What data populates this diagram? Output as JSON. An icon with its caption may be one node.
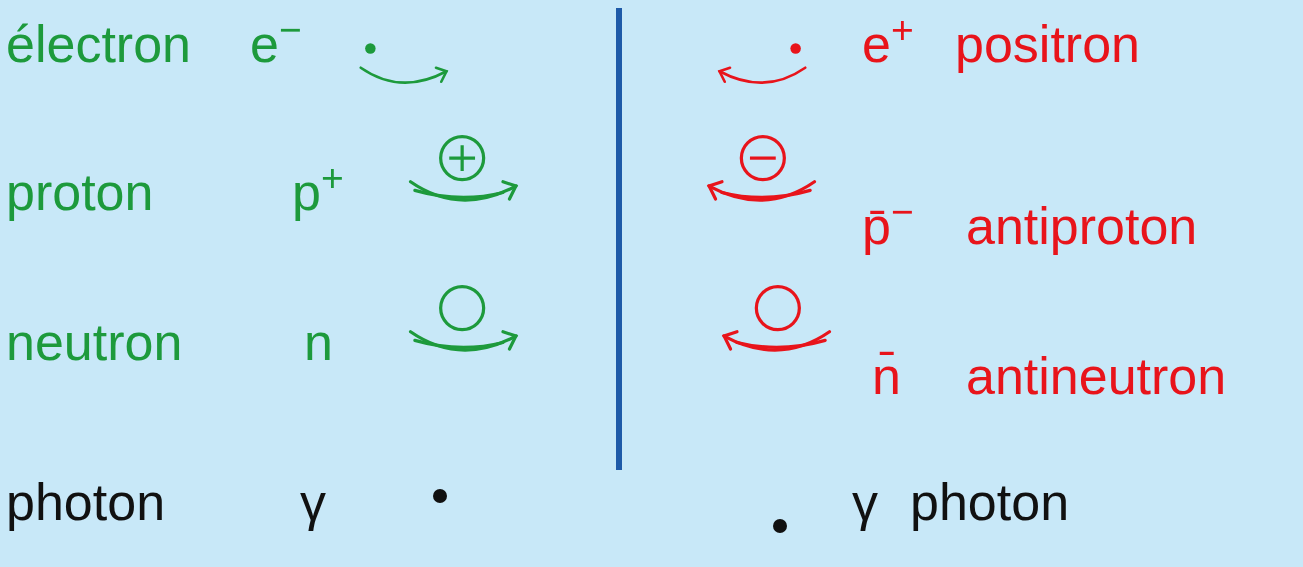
{
  "diagram": {
    "labels": [
      "électron",
      "e$^{−}$",
      "e$^{+}$",
      "positron",
      "proton",
      "p$^{+}$",
      "p̄$^{−}$",
      "antiproton",
      "neutron",
      "n",
      "n̄",
      "antineutron",
      "photon",
      "γ",
      "γ",
      "photon"
    ]
  }
}
